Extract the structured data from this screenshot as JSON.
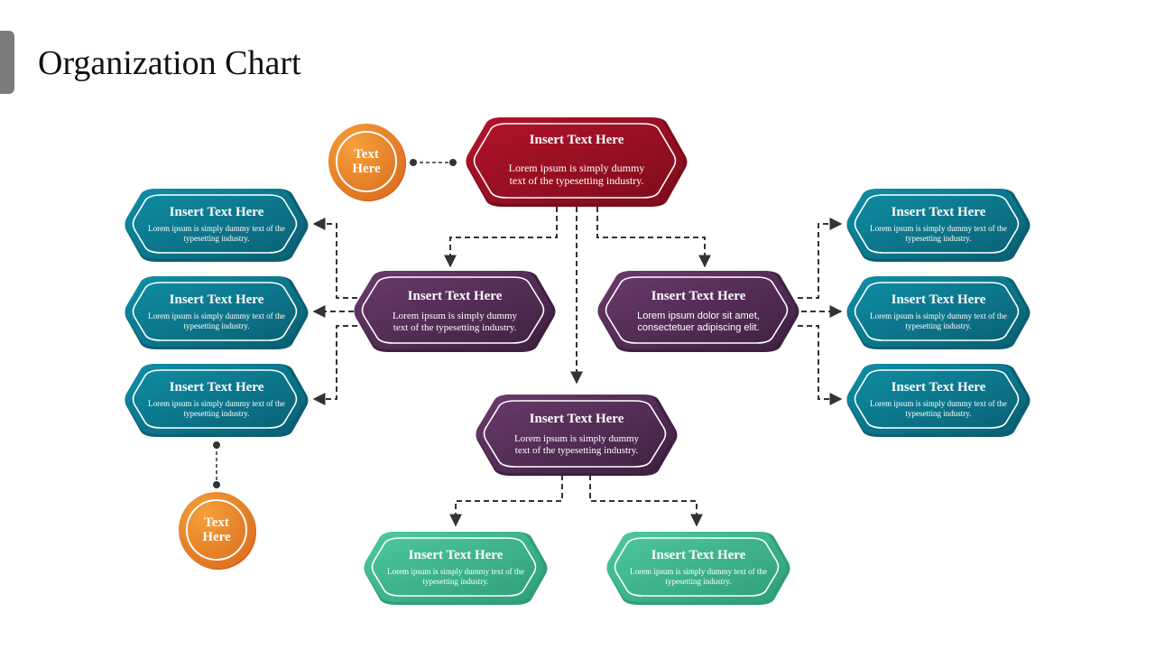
{
  "slide": {
    "title": "Organization Chart"
  },
  "colors": {
    "red": "#b5132b",
    "red_dark": "#7c0c1b",
    "purple": "#6b3a6c",
    "purple_dark": "#3e2140",
    "teal": "#0e8fa6",
    "teal_dark": "#0a5f72",
    "green": "#4ec99e",
    "green_dark": "#2f9e78",
    "orange": "#f5a03a",
    "orange_dark": "#d9651a",
    "connector": "#333333"
  },
  "nodes": {
    "top": {
      "title": "Insert Text Here",
      "body": "Lorem ipsum is simply dummy text of the typesetting industry."
    },
    "mid_left": {
      "title": "Insert Text Here",
      "body": "Lorem ipsum is simply dummy text of the typesetting industry."
    },
    "mid_right": {
      "title": "Insert Text Here",
      "body": "Lorem ipsum dolor sit amet, consectetuer adipiscing elit."
    },
    "center": {
      "title": "Insert Text Here",
      "body": "Lorem ipsum is simply dummy text of the typesetting industry."
    },
    "left": [
      {
        "title": "Insert Text Here",
        "body": "Lorem ipsum is simply dummy text of the typesetting industry."
      },
      {
        "title": "Insert Text Here",
        "body": "Lorem ipsum is simply dummy text of the typesetting industry."
      },
      {
        "title": "Insert Text Here",
        "body": "Lorem ipsum is simply dummy text of the typesetting industry."
      }
    ],
    "right": [
      {
        "title": "Insert Text Here",
        "body": "Lorem ipsum is simply dummy text of the typesetting industry."
      },
      {
        "title": "Insert Text Here",
        "body": "Lorem ipsum is simply dummy text of the typesetting industry."
      },
      {
        "title": "Insert Text Here",
        "body": "Lorem ipsum is simply dummy text of the typesetting industry."
      }
    ],
    "bottom": [
      {
        "title": "Insert Text Here",
        "body": "Lorem ipsum is simply dummy text of the typesetting industry."
      },
      {
        "title": "Insert Text Here",
        "body": "Lorem ipsum is simply dummy text of the typesetting industry."
      }
    ]
  },
  "badges": {
    "top": {
      "line1": "Text",
      "line2": "Here"
    },
    "bottom": {
      "line1": "Text",
      "line2": "Here"
    }
  }
}
